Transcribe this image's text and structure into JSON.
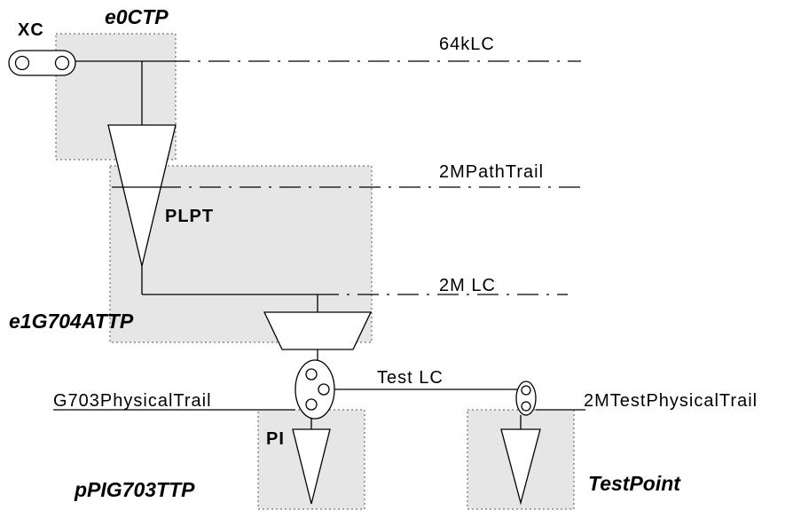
{
  "labels": {
    "xc": "XC",
    "e0ctp": "e0CTP",
    "lc64k": "64kLC",
    "path_trail": "2MPathTrail",
    "plpt": "PLPT",
    "lc2m": "2M LC",
    "e1g704attp": "e1G704ATTP",
    "test_lc": "Test LC",
    "g703_trail": "G703PhysicalTrail",
    "test_physical_trail": "2MTestPhysicalTrail",
    "pi": "PI",
    "ppig703ttp": "pPIG703TTP",
    "test_point": "TestPoint"
  }
}
